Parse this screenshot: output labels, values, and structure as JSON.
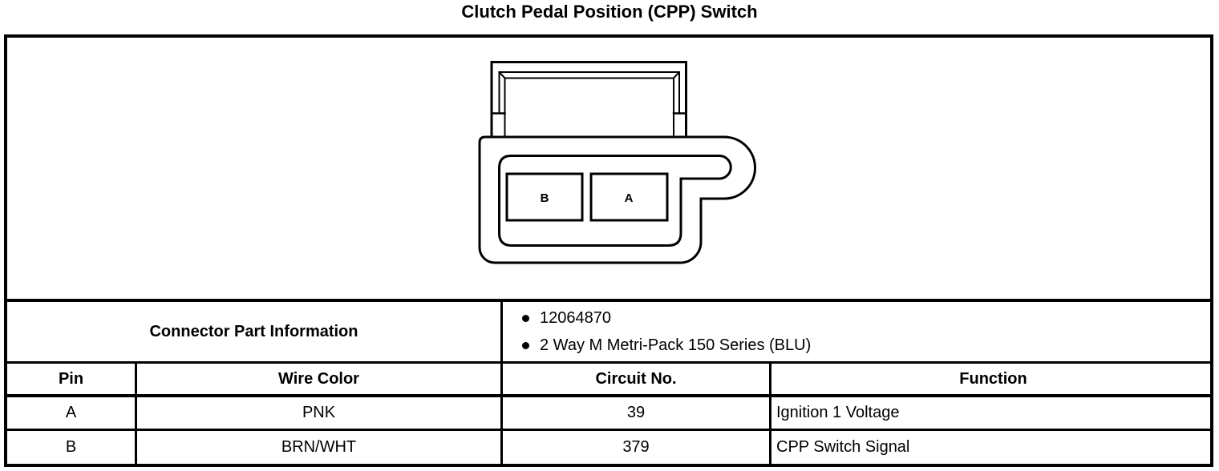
{
  "title": "Clutch Pedal Position (CPP) Switch",
  "connector": {
    "pin_labels": [
      "B",
      "A"
    ]
  },
  "part_info": {
    "label": "Connector Part Information",
    "items": [
      "12064870",
      "2 Way M Metri-Pack 150 Series (BLU)"
    ]
  },
  "pin_table": {
    "headers": [
      "Pin",
      "Wire Color",
      "Circuit No.",
      "Function"
    ],
    "rows": [
      {
        "pin": "A",
        "wire_color": "PNK",
        "circuit_no": "39",
        "function": "Ignition 1 Voltage"
      },
      {
        "pin": "B",
        "wire_color": "BRN/WHT",
        "circuit_no": "379",
        "function": "CPP Switch Signal"
      }
    ]
  },
  "colors": {
    "line": "#000000",
    "background": "#ffffff"
  }
}
